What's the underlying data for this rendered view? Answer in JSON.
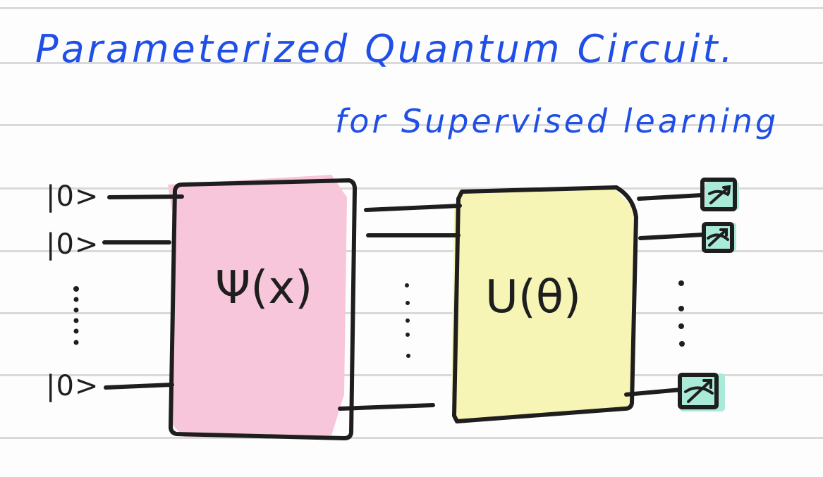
{
  "title": {
    "line1": "Parameterized Quantum Circuit.",
    "line2": "for Supervised learning"
  },
  "qubits": [
    {
      "label": "|0>"
    },
    {
      "label": "|0>"
    },
    {
      "label": "|0>"
    }
  ],
  "gates": {
    "encoding": {
      "label": "Ψ(x)",
      "fill": "#f8c6da"
    },
    "variational": {
      "label": "U(θ)",
      "fill": "#f7f5b5"
    }
  },
  "measurement": {
    "fill": "#a9ead9",
    "icon": "meter-icon"
  },
  "colors": {
    "ink": "#1e1e1e",
    "title": "#1f4fe6",
    "ruled_line": "#d9d9d9"
  }
}
